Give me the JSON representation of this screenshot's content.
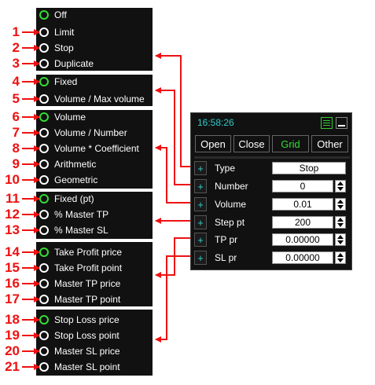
{
  "groups": [
    {
      "items": [
        {
          "num": "",
          "label": "Off",
          "selected": true
        },
        {
          "num": "1",
          "label": "Limit",
          "selected": false
        },
        {
          "num": "2",
          "label": "Stop",
          "selected": false
        },
        {
          "num": "3",
          "label": "Duplicate",
          "selected": false
        }
      ]
    },
    {
      "items": [
        {
          "num": "4",
          "label": "Fixed",
          "selected": true
        },
        {
          "num": "5",
          "label": "Volume / Max volume",
          "selected": false
        }
      ]
    },
    {
      "items": [
        {
          "num": "6",
          "label": "Volume",
          "selected": true
        },
        {
          "num": "7",
          "label": "Volume / Number",
          "selected": false
        },
        {
          "num": "8",
          "label": "Volume * Coefficient",
          "selected": false
        },
        {
          "num": "9",
          "label": "Arithmetic",
          "selected": false
        },
        {
          "num": "10",
          "label": "Geometric",
          "selected": false
        }
      ]
    },
    {
      "items": [
        {
          "num": "11",
          "label": "Fixed (pt)",
          "selected": true
        },
        {
          "num": "12",
          "label": "% Master TP",
          "selected": false
        },
        {
          "num": "13",
          "label": "% Master SL",
          "selected": false
        }
      ]
    },
    {
      "items": [
        {
          "num": "14",
          "label": "Take Profit price",
          "selected": true
        },
        {
          "num": "15",
          "label": "Take Profit point",
          "selected": false
        },
        {
          "num": "16",
          "label": "Master TP price",
          "selected": false
        },
        {
          "num": "17",
          "label": "Master TP point",
          "selected": false
        }
      ]
    },
    {
      "items": [
        {
          "num": "18",
          "label": "Stop Loss price",
          "selected": true
        },
        {
          "num": "19",
          "label": "Stop Loss point",
          "selected": false
        },
        {
          "num": "20",
          "label": "Master SL price",
          "selected": false
        },
        {
          "num": "21",
          "label": "Master SL point",
          "selected": false
        }
      ]
    }
  ],
  "panel": {
    "time": "16:58:26",
    "tabs": [
      "Open",
      "Close",
      "Grid",
      "Other"
    ],
    "active_tab": "Grid",
    "plus_label": "+",
    "rows": [
      {
        "label": "Type",
        "value": "Stop",
        "stepper": false
      },
      {
        "label": "Number",
        "value": "0",
        "stepper": true
      },
      {
        "label": "Volume",
        "value": "0.01",
        "stepper": true
      },
      {
        "label": "Step pt",
        "value": "200",
        "stepper": true
      },
      {
        "label": "TP pr",
        "value": "0.00000",
        "stepper": true
      },
      {
        "label": "SL pr",
        "value": "0.00000",
        "stepper": true
      }
    ]
  },
  "colors": {
    "accent_green": "#33dd33",
    "time_cyan": "#33cccc",
    "annotation_red": "#ee1111",
    "panel_bg": "#111111"
  }
}
